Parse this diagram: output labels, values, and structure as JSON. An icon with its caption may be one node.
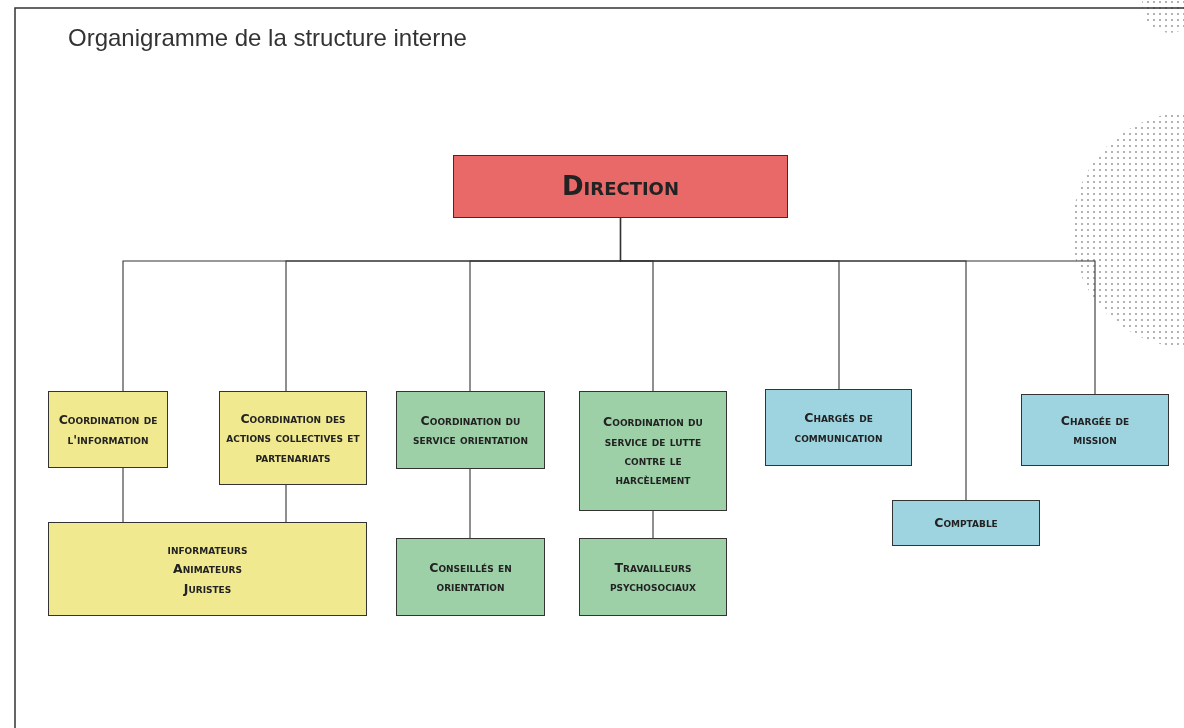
{
  "diagram": {
    "title": "Organigramme de la structure interne",
    "nodes": [
      {
        "text": [
          "Direction"
        ]
      },
      {
        "text": [
          "Coordination de l'information"
        ]
      },
      {
        "text": [
          "Coordination des actions collectives et partenariats"
        ]
      },
      {
        "text": [
          "Coordination du service orientation"
        ]
      },
      {
        "text": [
          "Coordination du service de lutte contre le harcèlement"
        ]
      },
      {
        "text": [
          "Chargés de communication"
        ]
      },
      {
        "text": [
          "Comptable"
        ]
      },
      {
        "text": [
          "Chargée de mission"
        ]
      },
      {
        "text": [
          "informateurs",
          "Animateurs",
          "Juristes"
        ]
      },
      {
        "text": [
          "Conseillés en orientation"
        ]
      },
      {
        "text": [
          "Travailleurs psychosociaux"
        ]
      }
    ],
    "edges": [
      {
        "from": 0,
        "to": 1,
        "arrow": "none"
      },
      {
        "from": 0,
        "to": 2,
        "arrow": "none"
      },
      {
        "from": 0,
        "to": 3,
        "arrow": "none"
      },
      {
        "from": 0,
        "to": 4,
        "arrow": "none"
      },
      {
        "from": 0,
        "to": 5,
        "arrow": "none"
      },
      {
        "from": 0,
        "to": 6,
        "arrow": "none"
      },
      {
        "from": 0,
        "to": 7,
        "arrow": "none"
      },
      {
        "from": 1,
        "to": 8,
        "arrow": "none"
      },
      {
        "from": 2,
        "to": 8,
        "arrow": "none"
      },
      {
        "from": 3,
        "to": 9,
        "arrow": "none"
      },
      {
        "from": 4,
        "to": 10,
        "arrow": "none"
      }
    ]
  }
}
